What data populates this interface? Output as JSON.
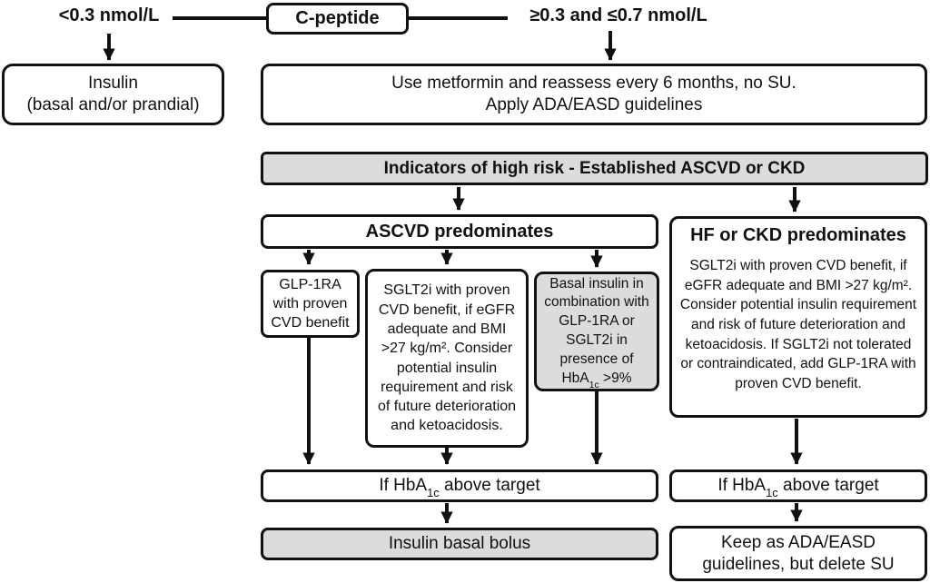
{
  "colors": {
    "ink": "#111111",
    "gray_fill": "#dcdcdc",
    "background": "#ffffff"
  },
  "top": {
    "low_label": "<0.3 nmol/L",
    "node": "C-peptide",
    "mid_label": "≥0.3 and ≤0.7 nmol/L"
  },
  "left_branch": {
    "insulin_line1": "Insulin",
    "insulin_line2": "(basal and/or prandial)"
  },
  "right_branch": {
    "metformin_line1": "Use metformin and reassess every 6 months, no SU.",
    "metformin_line2": "Apply ADA/EASD guidelines",
    "high_risk": "Indicators of high risk - Established ASCVD or CKD",
    "ascvd_header": "ASCVD predominates",
    "glp1ra": "GLP-1RA with proven CVD benefit",
    "sglt2i": "SGLT2i with proven CVD benefit, if eGFR adequate and BMI >27 kg/m². Consider potential insulin requirement and risk of future deterioration and ketoacidosis.",
    "basal_combo": {
      "pre": "Basal insulin in combination with GLP-1RA or SGLT2i in presence of HbA",
      "sub": "1c",
      "post": " >9%"
    },
    "hf_ckd_header": "HF or CKD predominates",
    "hf_ckd_body": "SGLT2i with proven CVD benefit, if eGFR adequate and BMI >27 kg/m². Consider potential insulin requirement and risk of future deterioration and ketoacidosis. If SGLT2i not tolerated or contraindicated, add GLP-1RA with proven CVD benefit.",
    "hba1c_left": {
      "pre": "If HbA",
      "sub": "1c",
      "post": " above target"
    },
    "basal_bolus": "Insulin basal bolus",
    "hba1c_right": {
      "pre": "If HbA",
      "sub": "1c",
      "post": " above target"
    },
    "keep_ada": "Keep as ADA/EASD guidelines, but delete SU"
  }
}
